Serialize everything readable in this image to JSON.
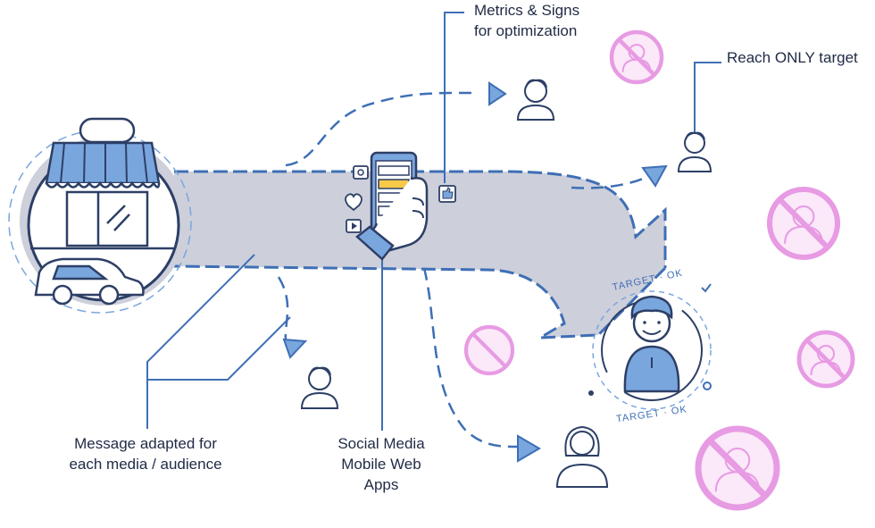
{
  "labels": {
    "metrics_line1": "Metrics & Signs",
    "metrics_line2": "for optimization",
    "reach_target": "Reach ONLY target",
    "message_line1": "Message adapted for",
    "message_line2": "each media / audience",
    "social_line1": "Social Media",
    "social_line2": "Mobile Web",
    "social_line3": "Apps",
    "target_ok_top": "TARGET · OK",
    "target_ok_bottom": "TARGET · OK"
  },
  "colors": {
    "line": "#3e6fb5",
    "light_blue": "#7aa6de",
    "arrow_fill": "#cdcfdb",
    "outline": "#2d3f66",
    "pink": "#f3c8ef",
    "pink_stroke": "#e79be3",
    "screen_yellow": "#f7c948"
  },
  "icons": [
    "shop-icon",
    "car-icon",
    "phone-icon",
    "heart-icon",
    "like-icon",
    "play-icon",
    "person-icon",
    "forbidden-person-icon"
  ]
}
